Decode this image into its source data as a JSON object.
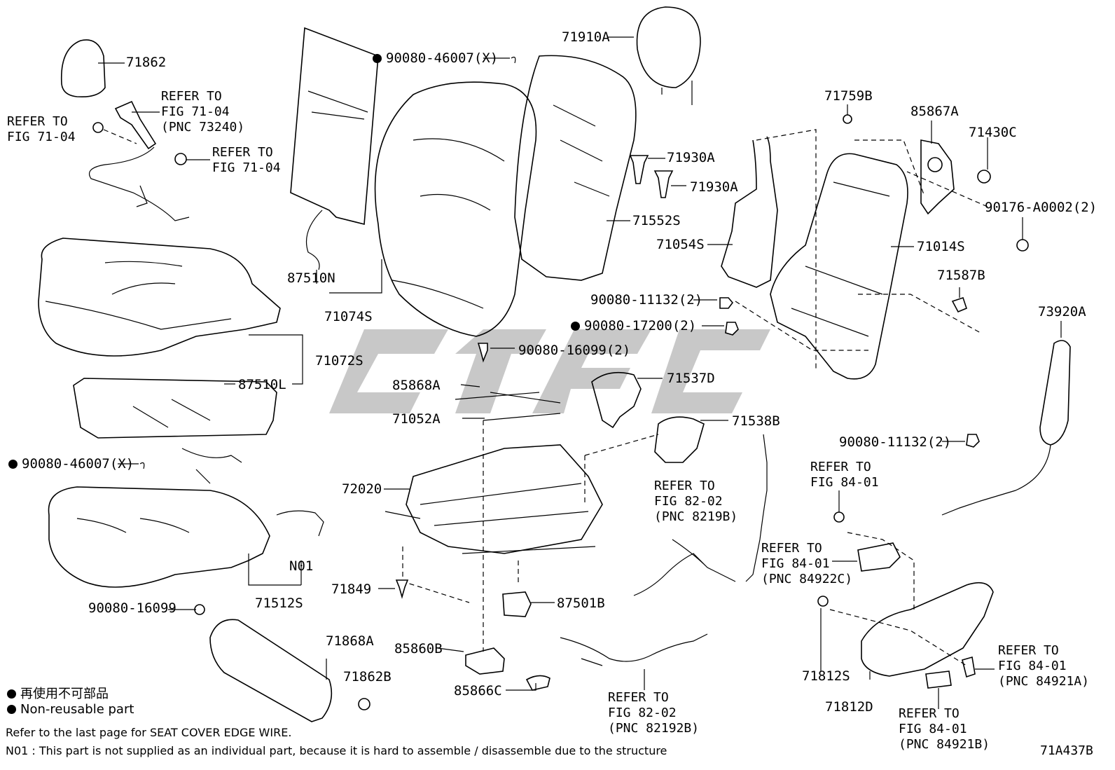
{
  "diagram_id": "71A437B",
  "legend": {
    "jp": "再使用不可部品",
    "en": "Non-reusable part"
  },
  "notes": {
    "edge_wire": "Refer to the last page for SEAT COVER EDGE WIRE.",
    "n01": "N01 : This part is not supplied as an individual part, because it is hard to assemble / disassemble due to the structure"
  },
  "parts": {
    "p71862": "71862",
    "p71910A": "71910A",
    "p9008046007_top": "90080-46007(X)",
    "p71759B": "71759B",
    "p85867A": "85867A",
    "p71430C": "71430C",
    "p71930A_1": "71930A",
    "p71930A_2": "71930A",
    "p71552S": "71552S",
    "p71054S": "71054S",
    "p71014S": "71014S",
    "p90176": "90176-A0002(2)",
    "p71587B": "71587B",
    "p87510N": "87510N",
    "p71074S": "71074S",
    "p9008011132_a": "90080-11132(2)",
    "p9008017200": "90080-17200(2)",
    "p73920A": "73920A",
    "p9008016099_2": "90080-16099(2)",
    "p71072S": "71072S",
    "p87510L": "87510L",
    "p85868A": "85868A",
    "p71537D": "71537D",
    "p71052A": "71052A",
    "p71538B": "71538B",
    "p9008046007_left": "90080-46007(X)",
    "p9008011132_b": "90080-11132(2)",
    "p72020": "72020",
    "pN01": "N01",
    "p71849": "71849",
    "p71512S": "71512S",
    "p87501B": "87501B",
    "p9008016099": "90080-16099",
    "p71868A": "71868A",
    "p85860B": "85860B",
    "p71862B": "71862B",
    "p85866C": "85866C",
    "p71812S": "71812S",
    "p71812D": "71812D"
  },
  "refs": {
    "r1": "REFER TO\nFIG 71-04\n(PNC 73240)",
    "r2": "REFER TO\nFIG 71-04",
    "r3": "REFER TO\nFIG 71-04",
    "r4": "REFER TO\nFIG 82-02\n(PNC 8219B)",
    "r5": "REFER TO\nFIG 84-01",
    "r6": "REFER TO\nFIG 84-01\n(PNC 84922C)",
    "r7": "REFER TO\nFIG 84-01\n(PNC 84921A)",
    "r8": "REFER TO\nFIG 82-02\n(PNC 82192B)",
    "r9": "REFER TO\nFIG 84-01\n(PNC 84921B)"
  }
}
